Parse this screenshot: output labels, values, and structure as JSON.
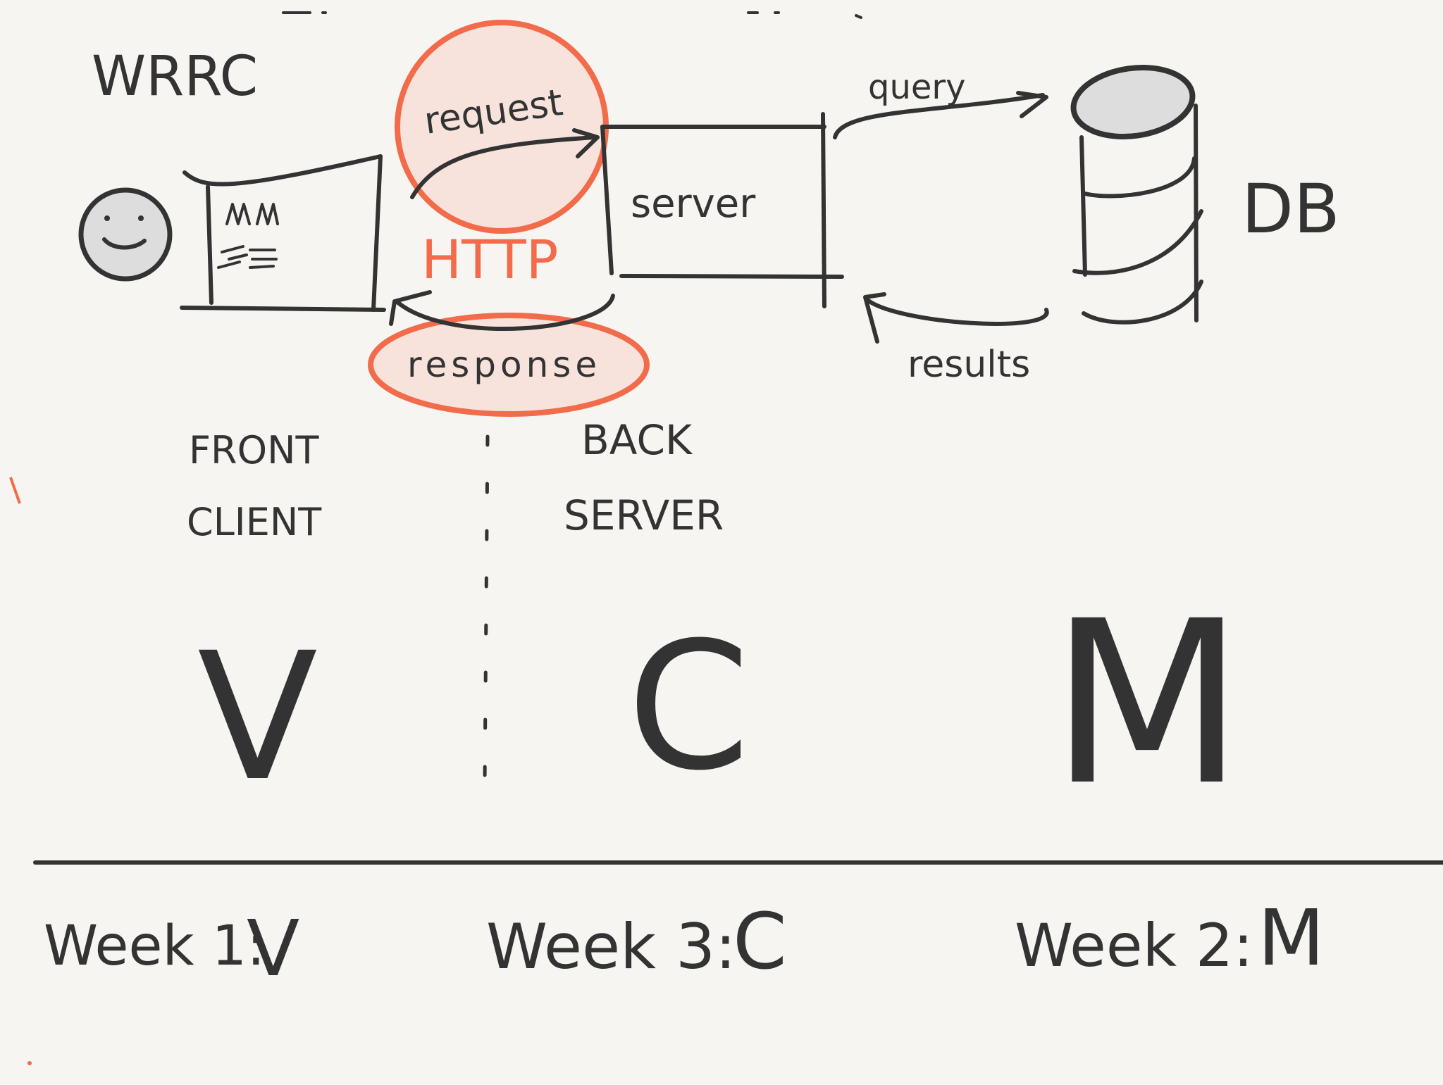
{
  "colors": {
    "background": "#f6f5f1",
    "ink": "#333333",
    "accent": "#f26b4a",
    "accent_fill": "#f7e3dc",
    "face_fill": "#dddddd",
    "db_top_fill": "#dddddd"
  },
  "diagram": {
    "title": "WRRC",
    "request_label": "request",
    "response_label": "response",
    "protocol_label": "HTTP",
    "server_label": "server",
    "query_label": "query",
    "results_label": "results",
    "db_label": "DB",
    "front_label": "FRONT",
    "client_label": "CLIENT",
    "back_label": "BACK",
    "back_server_label": "SERVER",
    "mvc": {
      "v": "V",
      "c": "C",
      "m": "M"
    },
    "schedule": {
      "week1_label": "Week 1:",
      "week1_letter": "V",
      "week3_label": "Week 3:",
      "week3_letter": "C",
      "week2_label": "Week 2:",
      "week2_letter": "M"
    },
    "icons": {
      "user": "smiley-face-icon",
      "database": "database-cylinder-icon",
      "browser": "browser-window-icon",
      "server": "server-box-icon"
    }
  }
}
